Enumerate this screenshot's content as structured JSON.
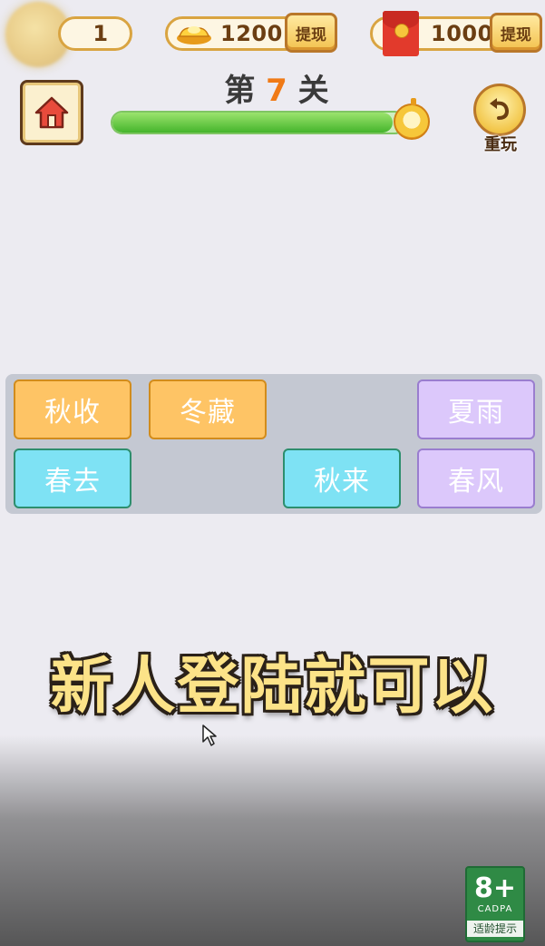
{
  "top_bar": {
    "level_count": "1",
    "gold": {
      "amount": "1200",
      "withdraw_label": "提现",
      "icon": "gold-ingot-icon"
    },
    "redpacket": {
      "amount": "1000",
      "withdraw_label": "提现",
      "icon": "red-envelope-icon"
    }
  },
  "header": {
    "level_prefix": "第",
    "level_number": "7",
    "level_suffix": "关",
    "progress_fraction": 0.96,
    "replay_label": "重玩",
    "home_icon": "home-icon",
    "timer_icon": "stopwatch-icon",
    "replay_icon": "undo-arrow-icon"
  },
  "board": {
    "row1": [
      {
        "text": "秋收",
        "color": "orange"
      },
      {
        "text": "冬藏",
        "color": "orange"
      },
      {
        "text": "",
        "color": "empty"
      },
      {
        "text": "夏雨",
        "color": "purple"
      }
    ],
    "row2": [
      {
        "text": "春去",
        "color": "cyan"
      },
      {
        "text": "",
        "color": "empty"
      },
      {
        "text": "秋来",
        "color": "cyan"
      },
      {
        "text": "春风",
        "color": "purple"
      }
    ]
  },
  "caption": "新人登陆就可以",
  "age_rating": {
    "age": "8+",
    "org": "CADPA",
    "note": "适龄提示"
  },
  "colors": {
    "orange_tile": "#fec465",
    "cyan_tile": "#7ee2f4",
    "purple_tile": "#dcc8fb",
    "caption_fill": "#fce388",
    "accent_level": "#f07a16"
  }
}
